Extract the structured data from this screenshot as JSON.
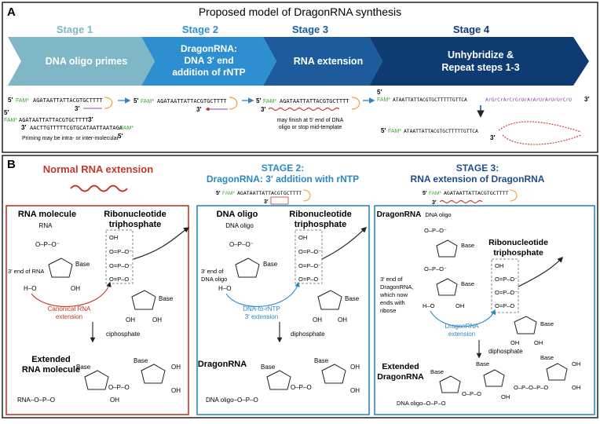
{
  "panel_a": {
    "letter": "A",
    "title": "Proposed model of DragonRNA synthesis",
    "stages": [
      {
        "heading": "Stage 1",
        "label_lines": [
          "DNA oligo primes"
        ]
      },
      {
        "heading": "Stage 2",
        "label_lines": [
          "DragonRNA:",
          "DNA 3′ end",
          "addition of rNTP"
        ]
      },
      {
        "heading": "Stage 3",
        "label_lines": [
          "RNA extension"
        ]
      },
      {
        "heading": "Stage 4",
        "label_lines": [
          "Unhybridize &",
          "Repeat steps 1-3"
        ]
      }
    ],
    "seq_fam": "FAM*",
    "seq_dna": "AGATAATTATTACGTGCTTTT",
    "seq_dna_long": "ATAATTATTACGTGCTTTTTGTTCA",
    "seq_rna": "ArGrCrArCrGrUrArArUrArUrUrCrU",
    "seq_primer2": "AACTTGTTTTTCGTGCATAATTAATAGA",
    "end5": "5′",
    "end3": "3′",
    "note_stage1": "Priming may be intra- or inter-molecular",
    "note_stage3": "may finish at 5′ end of DNA oligo or stop mid-template"
  },
  "panel_b": {
    "letter": "B",
    "col1": {
      "title": "Normal RNA extension",
      "box_left": "RNA molecule",
      "box_right": "Ribonucleotide triphosphate",
      "three_prime": "3′ end of RNA",
      "arc_label": "Canonical RNA extension",
      "byproduct": "ciphosphate",
      "product": "Extended RNA molecule",
      "tail": "RNA"
    },
    "col2": {
      "title_line1": "STAGE 2:",
      "title_line2": "DragonRNA: 3′ addition with rNTP",
      "box_left": "DNA oligo",
      "box_right": "Ribonucleotide triphosphate",
      "three_prime": "3′ end of DNA oligo",
      "arc_label": "DNA-to-rNTP 3′ extension",
      "byproduct": "diphosphate",
      "product": "DragonRNA",
      "tail": "DNA oligo"
    },
    "col3": {
      "title": "STAGE 3: RNA extension of DragonRNA",
      "box_left": "DragonRNA",
      "box_right": "Ribonucleotide triphosphate",
      "three_prime": "3′ end of DragonRNA, which now ends with ribose",
      "arc_label": "DragonRNA extension",
      "byproduct": "diphosphate",
      "product": "Extended DragonRNA",
      "tail": "DNA oligo"
    },
    "chem": {
      "base": "Base",
      "oh": "OH",
      "o": "O",
      "p": "P",
      "ominus": "O⁻",
      "h": "H",
      "dna_oligo": "DNA oligo",
      "rna": "RNA"
    }
  },
  "colors": {
    "stage1": "#7fb7c6",
    "stage2": "#2e8fd0",
    "stage3": "#1d5c9c",
    "stage4": "#0f3b73",
    "red": "#c0392b",
    "blue": "#2b87c6",
    "navy": "#1f4e8c",
    "green": "#3aa935",
    "orange": "#e8a23a",
    "purple": "#8e44ad"
  }
}
